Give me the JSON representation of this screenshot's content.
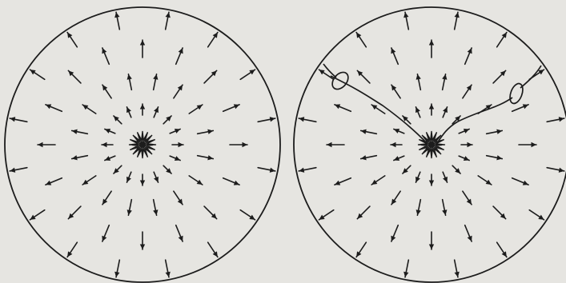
{
  "figure": {
    "background": "#e6e5e1",
    "ink": "#1c1c1c",
    "panels": [
      {
        "id": "left-disc",
        "field": "radial-outward",
        "center_star": true,
        "has_paths": false
      },
      {
        "id": "right-disc",
        "field": "radial-outward",
        "center_star": true,
        "has_paths": true,
        "paths": [
          {
            "end_marker": "loop"
          },
          {
            "end_marker": "loop"
          }
        ]
      }
    ]
  }
}
